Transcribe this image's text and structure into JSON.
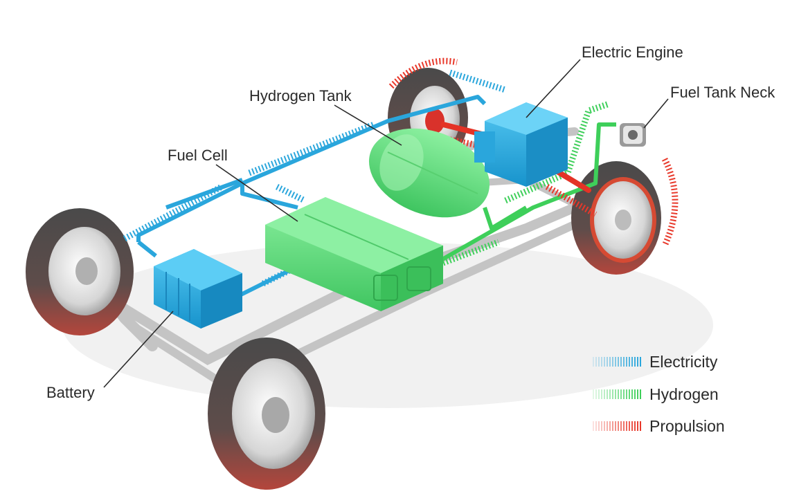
{
  "labels": {
    "electric_engine": "Electric Engine",
    "fuel_tank_neck": "Fuel Tank Neck",
    "hydrogen_tank": "Hydrogen Tank",
    "fuel_cell": "Fuel Cell",
    "battery": "Battery"
  },
  "legend": [
    {
      "key": "electricity",
      "label": "Electricity",
      "color": "#2aa6dc"
    },
    {
      "key": "hydrogen",
      "label": "Hydrogen",
      "color": "#3ecf5a"
    },
    {
      "key": "propulsion",
      "label": "Propulsion",
      "color": "#e8382a"
    }
  ],
  "colors": {
    "electricity": "#2aa6dc",
    "hydrogen": "#3ecf5a",
    "propulsion": "#e8382a",
    "battery_body": "#22aee6",
    "engine_body": "#22aee6",
    "fuel_cell_body": "#6fe08a",
    "tank_body": "#7ee58e",
    "tire": "#5a5a5a",
    "rim": "#d8d8d8",
    "chassis": "#c9c9c9"
  }
}
